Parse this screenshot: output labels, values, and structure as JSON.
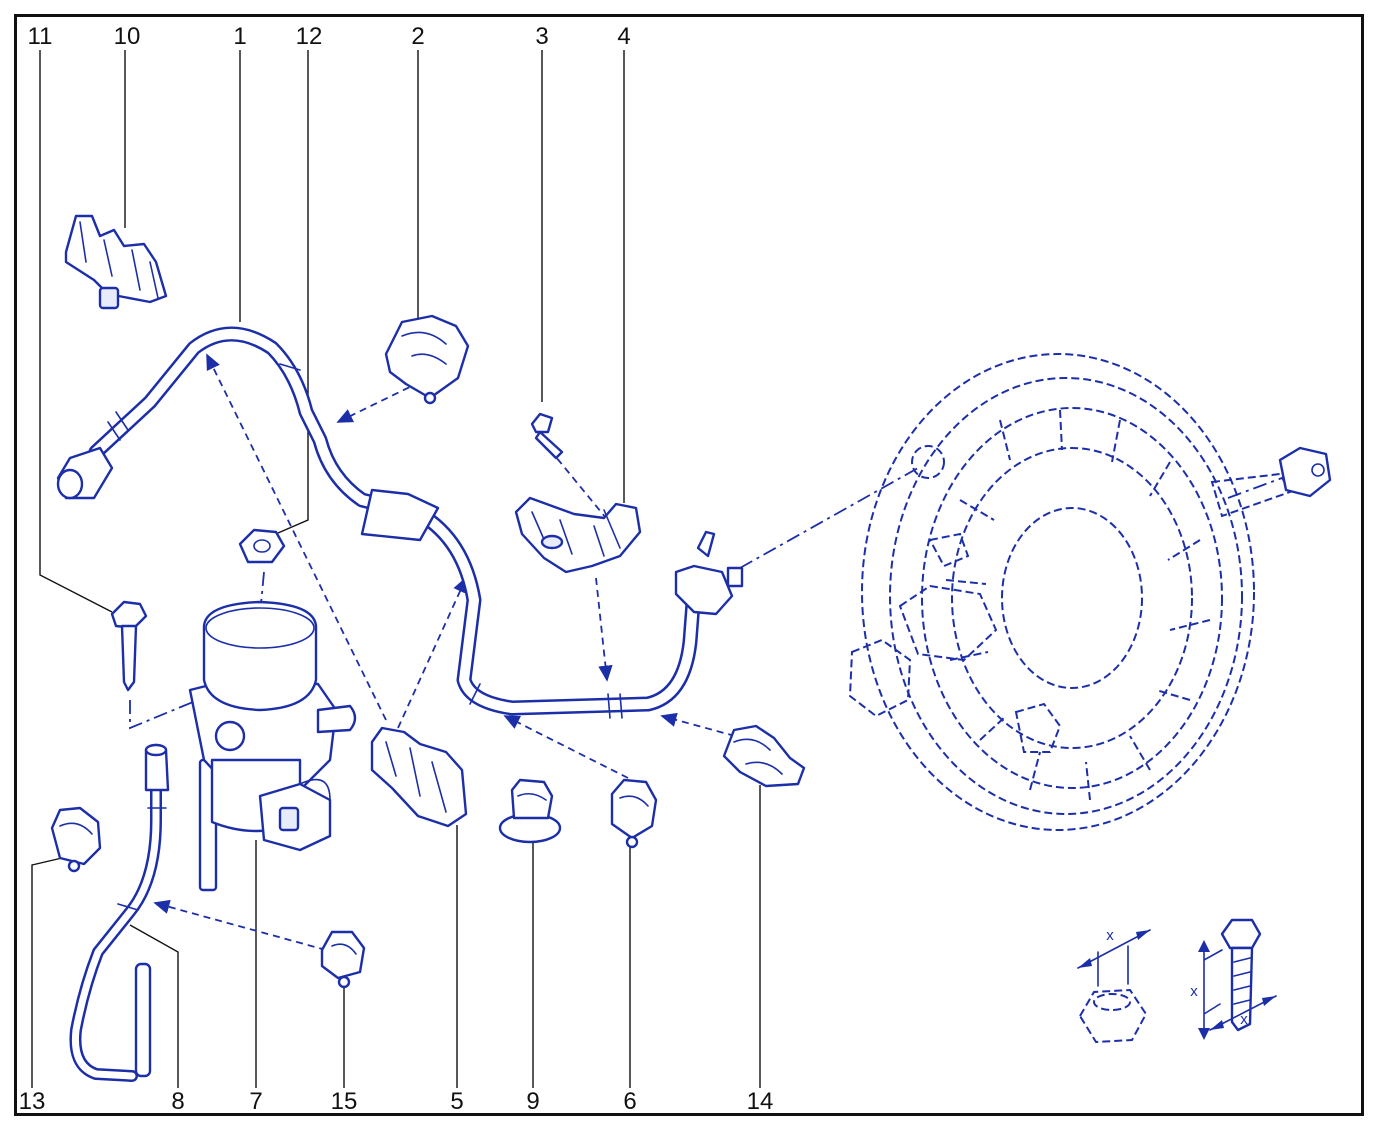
{
  "labels": {
    "l1": "1",
    "l2": "2",
    "l3": "3",
    "l4": "4",
    "l5": "5",
    "l6": "6",
    "l7": "7",
    "l8": "8",
    "l9": "9",
    "l10": "10",
    "l11": "11",
    "l12": "12",
    "l13": "13",
    "l14": "14",
    "l15": "15"
  },
  "dimension_symbol": "x",
  "colors": {
    "line": "#1c2fa8",
    "text": "#111111",
    "background": "#ffffff"
  }
}
